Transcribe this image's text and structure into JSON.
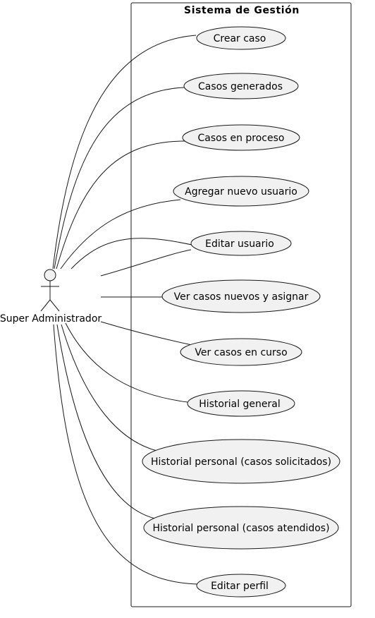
{
  "system": {
    "title": "Sistema de Gestión"
  },
  "actor": {
    "name": "Super Administrador"
  },
  "use_cases": [
    "Crear caso",
    "Casos generados",
    "Casos en proceso",
    "Agregar nuevo usuario",
    "Editar usuario",
    "Ver casos nuevos y asignar",
    "Ver casos en curso",
    "Historial general",
    "Historial personal (casos solicitados)",
    "Historial personal (casos atendidos)",
    "Editar perfil"
  ],
  "colors": {
    "usecase_fill": "#f1f1f1",
    "line": "#181818",
    "background": "#ffffff"
  }
}
